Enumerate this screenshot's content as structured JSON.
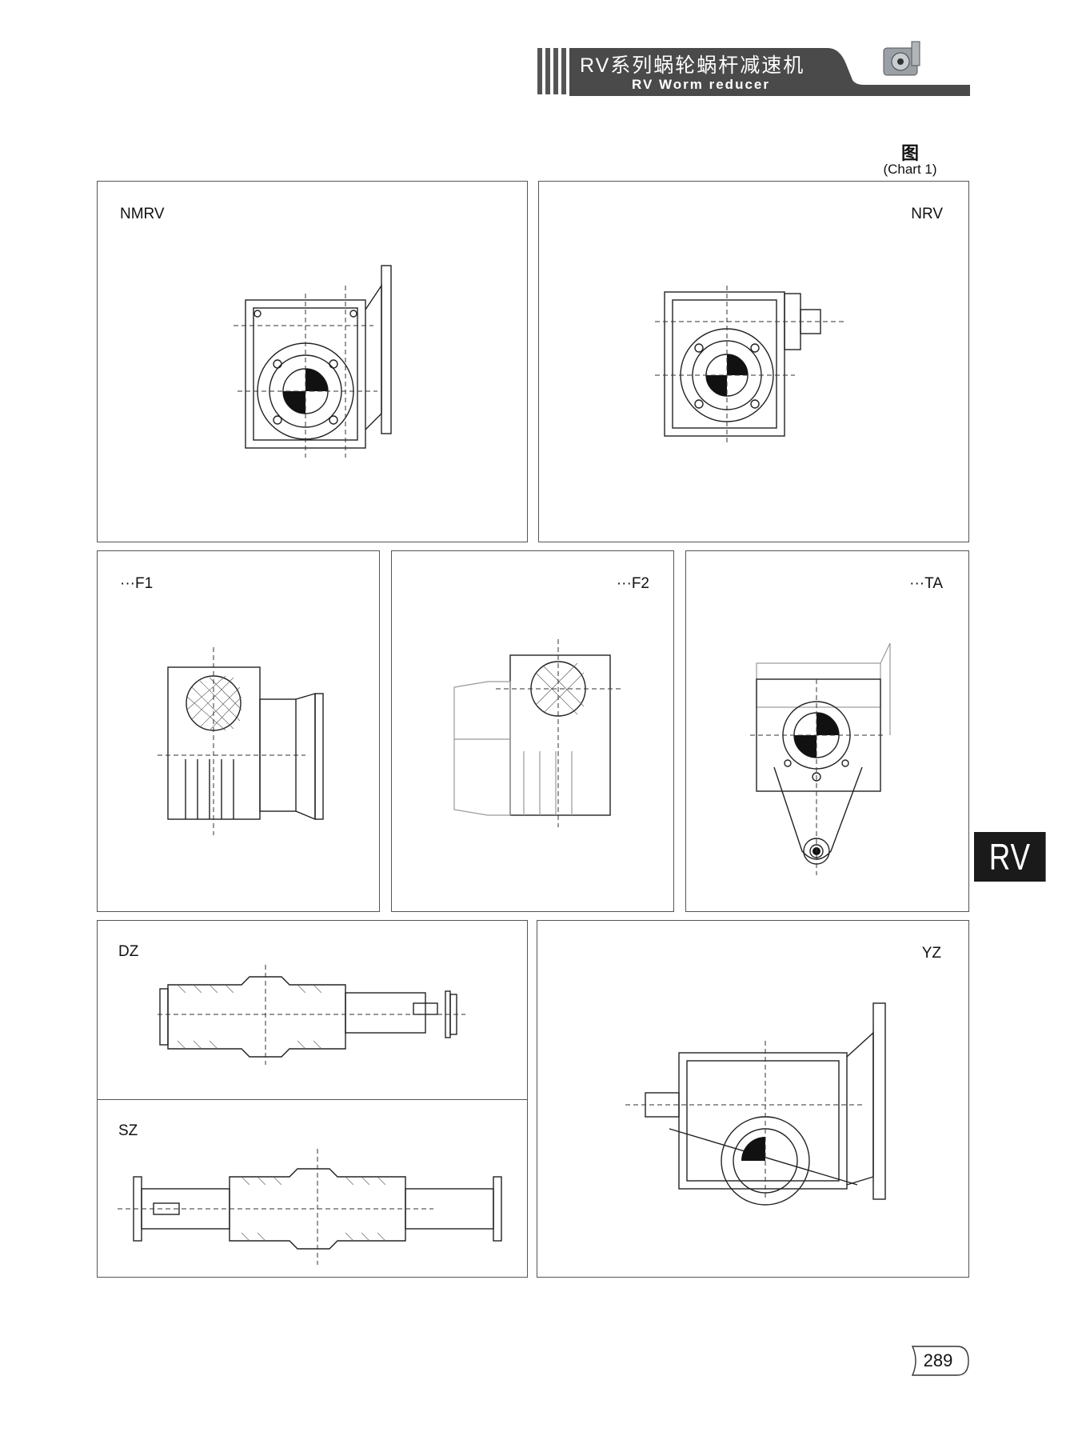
{
  "header": {
    "title": "RV系列蜗轮蜗杆减速机",
    "subtitle": "RV Worm reducer"
  },
  "chart_caption": {
    "zh": "图",
    "en": "(Chart 1)"
  },
  "panels": {
    "nmrv": "NMRV",
    "nrv": "NRV",
    "f1": "···F1",
    "f2": "···F2",
    "ta": "···TA",
    "dz": "DZ",
    "sz": "SZ",
    "yz": "YZ"
  },
  "side_tab": "RV",
  "page_number": "289"
}
